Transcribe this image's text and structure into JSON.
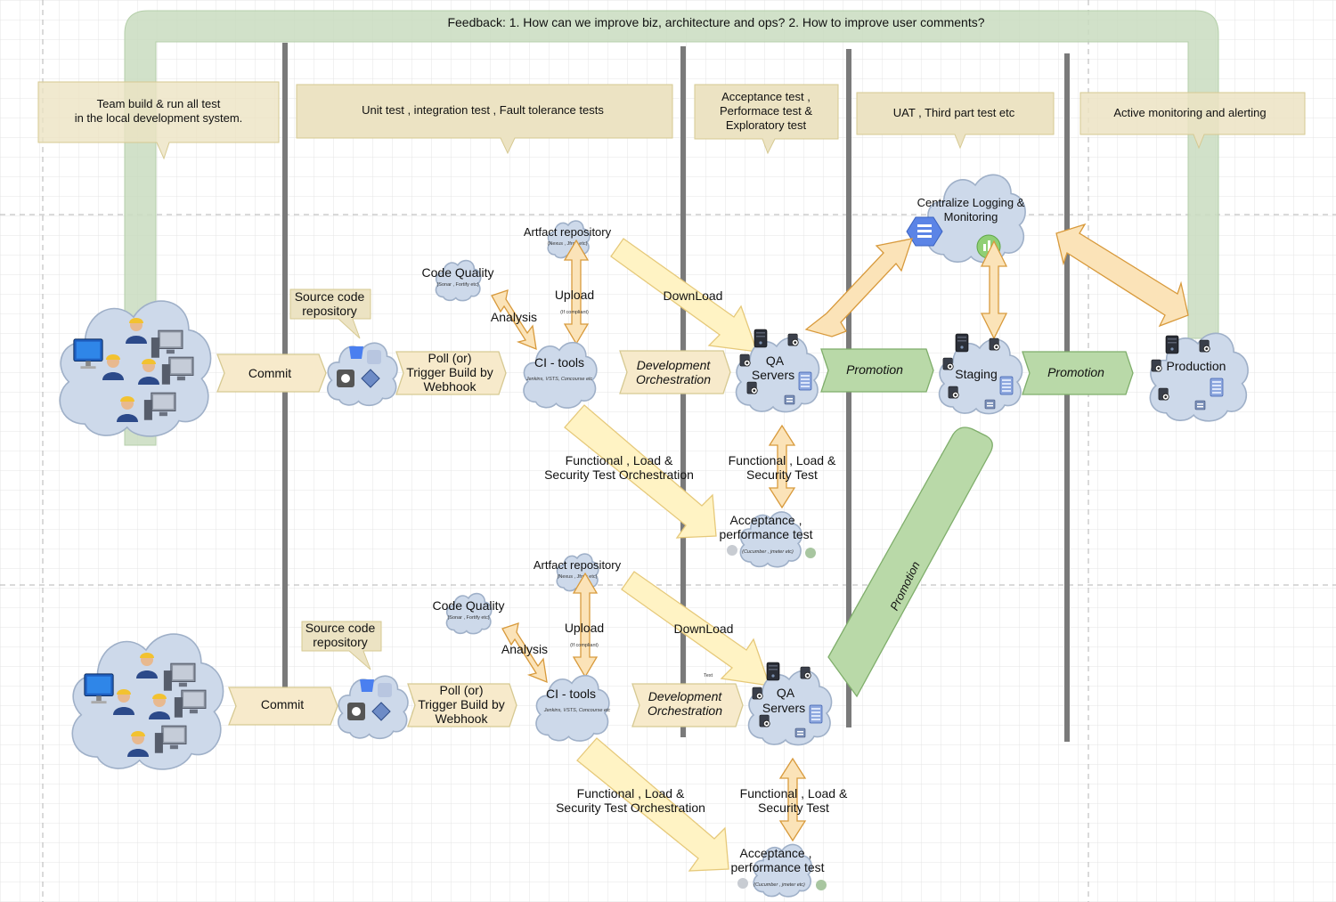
{
  "feedback": "Feedback: 1. How can we improve biz, architecture and ops? 2. How to improve user comments?",
  "callouts": {
    "team": [
      "Team build & run all test",
      "in the local development system."
    ],
    "unit": "Unit test , integration test  , Fault tolerance tests",
    "acceptance": [
      "Acceptance test ,",
      "Performace test &",
      "Exploratory test"
    ],
    "uat": "UAT , Third part test etc",
    "monitoring": "Active monitoring and alerting"
  },
  "logging": [
    "Centralize Logging &",
    "Monitoring"
  ],
  "lanes": [
    {
      "commit": "Commit",
      "source_repo": [
        "Source code",
        "repository"
      ],
      "poll": [
        "Poll (or)",
        "Trigger Build by",
        "Webhook"
      ],
      "code_quality": "Code Quality",
      "code_quality_sub": "(Sonar , Fortify etc)",
      "analysis": "Analysis",
      "artifact": "Artfact repository",
      "artifact_sub": "(Nexus , Jfrog etc)",
      "upload": "Upload",
      "upload_sub": "(If compliant)",
      "ci": "CI - tools",
      "ci_sub": "Jenkins, VSTS, Concourse etc",
      "dev_orch": [
        "Development",
        "Orchestration"
      ],
      "download": "DownLoad",
      "qa": [
        "QA",
        "Servers"
      ],
      "functional_orch": [
        "Functional , Load &",
        "Security Test Orchestration"
      ],
      "functional_test": [
        "Functional , Load &",
        "Security Test"
      ],
      "acc_perf": [
        "Acceptance ,",
        "performance test"
      ],
      "acc_perf_sub": "(Cucumber , jmeter etc)"
    },
    {
      "commit": "Commit",
      "source_repo": [
        "Source code",
        "repository"
      ],
      "poll": [
        "Poll (or)",
        "Trigger Build by",
        "Webhook"
      ],
      "code_quality": "Code Quality",
      "code_quality_sub": "(Sonar , Fortify etc)",
      "analysis": "Analysis",
      "artifact": "Artfact repository",
      "artifact_sub": "(Nexus , Jfrog etc)",
      "upload": "Upload",
      "upload_sub": "(If compliant)",
      "ci": "CI - tools",
      "ci_sub": "Jenkins, VSTS, Concourse etc",
      "dev_orch": [
        "Development",
        "Orchestration"
      ],
      "download": "DownLoad",
      "qa": [
        "QA",
        "Servers"
      ],
      "functional_orch": [
        "Functional , Load &",
        "Security Test Orchestration"
      ],
      "functional_test": [
        "Functional , Load &",
        "Security Test"
      ],
      "acc_perf": [
        "Acceptance ,",
        "performance test"
      ],
      "acc_perf_sub": "(Cucumber , jmeter etc)"
    }
  ],
  "stray_text": "Text",
  "promotion": "Promotion",
  "staging": "Staging",
  "production": "Production",
  "colors": {
    "cloud_fill": "#cdd9ea",
    "cloud_stroke": "#9fb0c8",
    "callout_fill": "#ece3c3",
    "callout_stroke": "#d6c992",
    "green_fill": "#b9d9a8",
    "green_stroke": "#7fae6b",
    "feedback_green": "#c9dcc0",
    "yellow_arrow": "#fff3c4",
    "yellow_stroke": "#e6c97a",
    "orange_fill": "#fbe3b8",
    "orange_stroke": "#d89a3c",
    "beige_fill": "#f7eacb",
    "divider": "#7a7a7a"
  }
}
